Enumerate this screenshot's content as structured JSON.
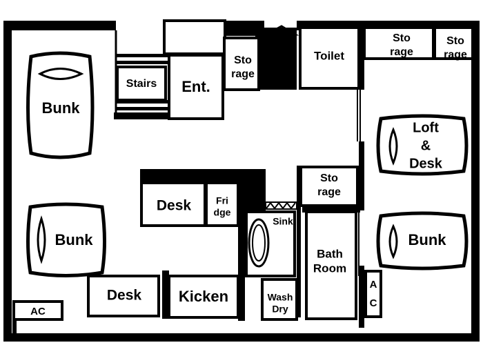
{
  "rooms": {
    "bunk_top_left": "Bunk",
    "bunk_bottom_left": "Bunk",
    "stairs": "Stairs",
    "entrance": "Ent.",
    "storage_center_top": [
      "Sto",
      "rage"
    ],
    "toilet": "Toilet",
    "storage_right_top_a": [
      "Sto",
      "rage"
    ],
    "storage_right_top_b": [
      "Sto",
      "rage"
    ],
    "loft_desk": [
      "Loft",
      "&",
      "Desk"
    ],
    "bunk_right": "Bunk",
    "storage_center_mid": [
      "Sto",
      "rage"
    ],
    "desk_center": "Desk",
    "fridge": [
      "Fri",
      "dge"
    ],
    "sink": "Sink",
    "bath_room": [
      "Bath",
      "Room"
    ],
    "desk_bottom": "Desk",
    "kitchen": "Kicken",
    "wash_dry": [
      "Wash",
      "Dry"
    ],
    "ac_right": [
      "A",
      "C"
    ],
    "ac_left": "AC"
  },
  "colors": {
    "wall": "#000000",
    "floor": "#ffffff"
  }
}
